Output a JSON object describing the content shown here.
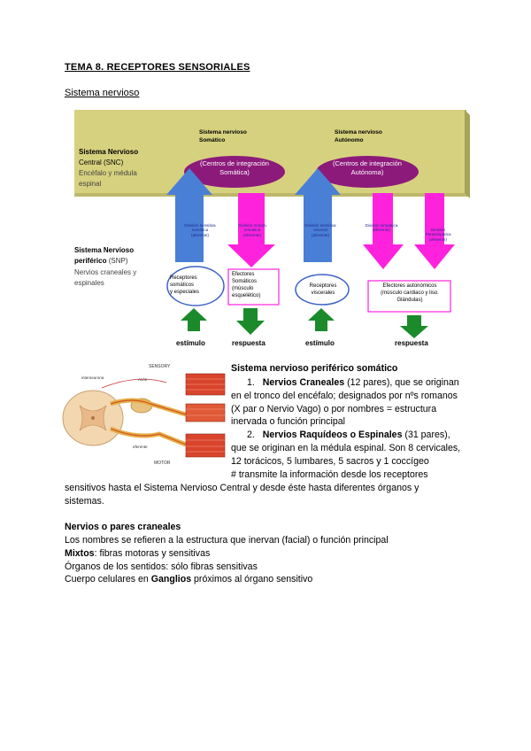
{
  "document": {
    "title": "TEMA 8. RECEPTORES SENSORIALES",
    "subtitle": "Sistema nervioso"
  },
  "diagram": {
    "snc_title": "Sistema Nervioso",
    "snc_line2": "Central (SNC)",
    "snc_line3": "Encéfalo y médula",
    "snc_line4": "espinal",
    "somatico_title": "Sistema nervioso",
    "somatico_sub": "Somático",
    "autonomo_title": "Sistema nervioso",
    "autonomo_sub": "Autónomo",
    "centro_somatico_l1": "(Centros de integración",
    "centro_somatico_l2": "Somática)",
    "centro_autonomo_l1": "(Centros de integración",
    "centro_autonomo_l2": "Autónoma)",
    "snp_title_l1": "Sistema Nervioso",
    "snp_title_l2": "periférico",
    "snp_abbr": "(SNP)",
    "snp_line3": "Nervios craneales y",
    "snp_line4": "espinales",
    "div_sens_som_l1": "División sensitiva",
    "div_sens_som_l2": "somática",
    "div_sens_som_l3": "(aferente)",
    "div_mot_som_l1": "División motora",
    "div_mot_som_l2": "somática",
    "div_mot_som_l3": "(eferente)",
    "div_sens_vis_l1": "División sensitiva",
    "div_sens_vis_l2": "visceral",
    "div_sens_vis_l3": "(aferente)",
    "div_simp_l1": "División simpática",
    "div_simp_l2": "(eferente)",
    "div_para_l1": "División",
    "div_para_l2": "Parasimpática",
    "div_para_l3": "(eferente)",
    "rec_som_l1": "Receptores",
    "rec_som_l2": "somáticos",
    "rec_som_l3": "y especiales",
    "efec_som_l1": "Efectores",
    "efec_som_l2": "Somáticos",
    "efec_som_l3": "(músculo",
    "efec_som_l4": "esquelético)",
    "rec_vis_l1": "Receptores",
    "rec_vis_l2": "viscerales",
    "efec_aut_l1": "Efectores autonómicos",
    "efec_aut_l2": "(músculo cardiaco y liso.",
    "efec_aut_l3": "Glándulas)",
    "estimulo_1": "estímulo",
    "respuesta_1": "respuesta",
    "estimulo_2": "estímulo",
    "respuesta_2": "respuesta",
    "colors": {
      "band": "#d6d17e",
      "oval": "#8c1a7a",
      "blue_arrow": "#4a7fd6",
      "magenta_arrow": "#ff22dd",
      "green_arrow": "#1a8a2a"
    }
  },
  "illustration": {
    "label_sensory": "SENSORY",
    "label_motor": "MOTOR",
    "label_top_left": "interneurona",
    "label_axon": "Axón",
    "label_eferente": "eferente"
  },
  "section": {
    "heading": "Sistema nervioso periférico somático",
    "item1_num": "1.",
    "item1_bold": "Nervios Craneales",
    "item1_rest1": " (12 pares), que se originan",
    "item1_line2": "en el tronco del encéfalo; designados por nºs romanos",
    "item1_line3": "(X par o Nervio Vago) o por nombres = estructura",
    "item1_line4": "inervada o función principal",
    "item2_num": "2.",
    "item2_bold": "Nervios Raquídeos o Espinales",
    "item2_rest1": " (31 pares),",
    "item2_line2": "que se originan en la médula espinal. Son 8 cervicales,",
    "item2_line3": "12 torácicos, 5 lumbares, 5 sacros y 1 coccígeo",
    "item2_line4": "# transmite la información desde los receptores",
    "full_line1": "sensitivos hasta el Sistema Nervioso Central y desde éste hasta diferentes órganos y",
    "full_line2": "sistemas."
  },
  "pares": {
    "heading": "Nervios o pares craneales",
    "line1": "Los nombres se refieren a la estructura que inervan (facial) o función principal",
    "mixtos_bold": "Mixtos",
    "mixtos_rest": ": fibras motoras y sensitivas",
    "organos": "Órganos de los sentidos: sólo fibras sensitivas",
    "cuerpo_pre": "Cuerpo celulares en ",
    "cuerpo_bold": "Ganglios",
    "cuerpo_post": " próximos al órgano sensitivo"
  }
}
